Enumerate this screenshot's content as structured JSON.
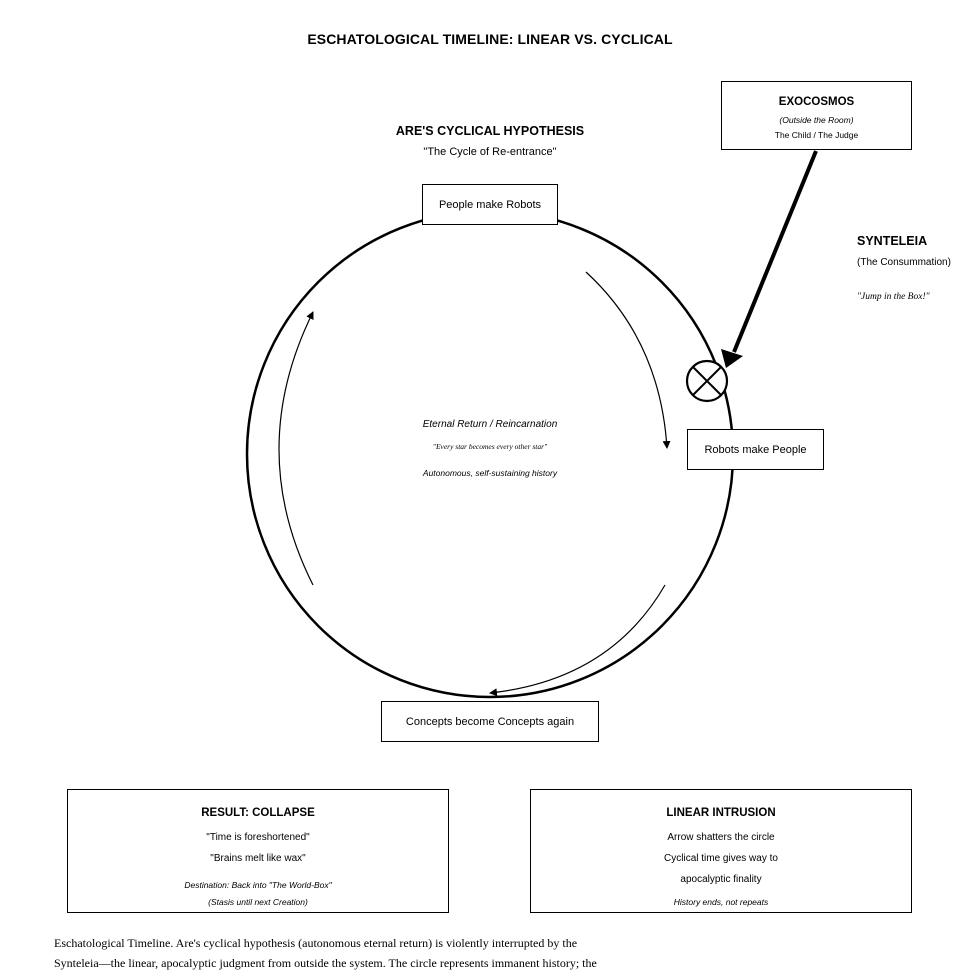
{
  "title": "ESCHATOLOGICAL TIMELINE: LINEAR VS. CYCLICAL",
  "exocosmos": {
    "heading": "EXOCOSMOS",
    "subtitle": "(Outside the Room)",
    "figures": "The Child / The Judge"
  },
  "cyclical": {
    "heading": "ARE'S CYCLICAL HYPOTHESIS",
    "subheading": "\"The Cycle of Re-entrance\"",
    "nodes": {
      "top": "People make Robots",
      "right": "Robots make People",
      "bottom": "Concepts become Concepts again"
    },
    "center_lines": [
      "Eternal Return / Reincarnation",
      "\"Every star becomes every other star\"",
      "Autonomous, self-sustaining history"
    ]
  },
  "synteleia": {
    "heading": "SYNTELEIA",
    "subtitle": "(The Consummation)",
    "quote": "\"Jump in the Box!\""
  },
  "panels": {
    "collapse": {
      "heading": "RESULT: COLLAPSE",
      "lines": [
        "\"Time is foreshortened\"",
        "\"Brains melt like wax\""
      ],
      "notes": [
        "Destination: Back into \"The World-Box\"",
        "(Stasis until next Creation)"
      ]
    },
    "intrusion": {
      "heading": "LINEAR INTRUSION",
      "lines": [
        "Arrow shatters the circle",
        "Cyclical time gives way to",
        "apocalyptic finality"
      ],
      "notes": [
        "History ends, not repeats"
      ]
    }
  },
  "caption": "Eschatological Timeline. Are's cyclical hypothesis (autonomous eternal return) is violently interrupted by the Synteleia—the linear, apocalyptic judgment from outside the system. The circle represents immanent history; the",
  "icons": {
    "impact": "crossed-circle-icon"
  }
}
